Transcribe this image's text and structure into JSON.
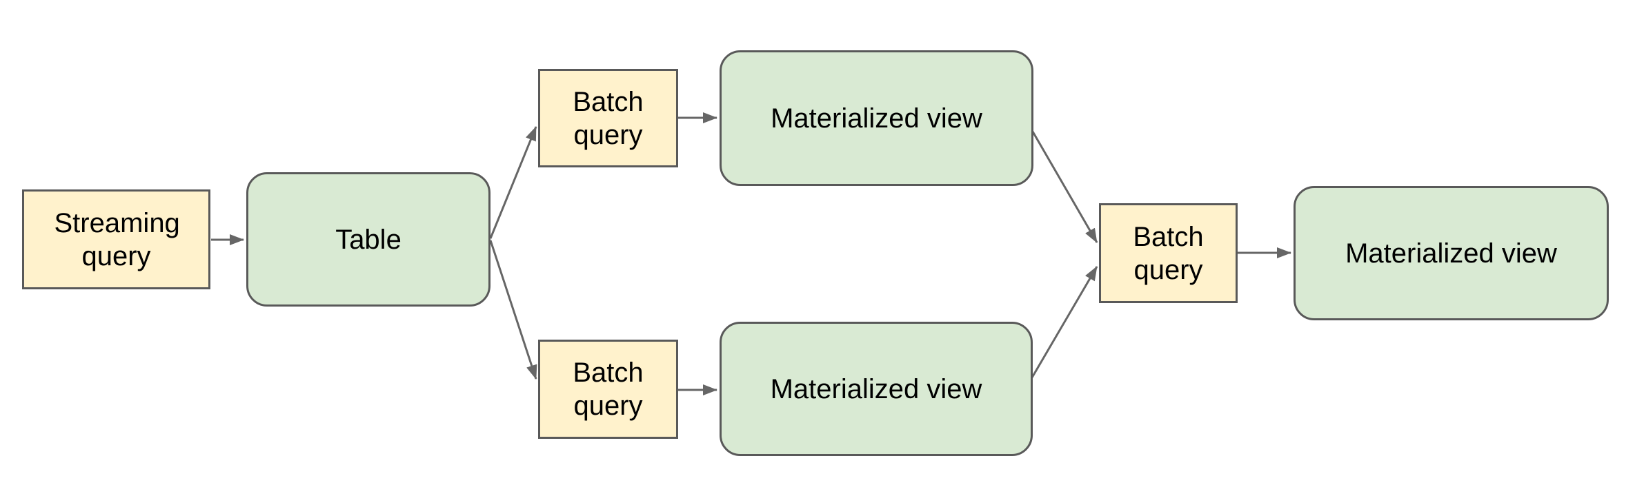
{
  "diagram": {
    "nodes": {
      "streaming_query": {
        "label": "Streaming query",
        "type": "query"
      },
      "table": {
        "label": "Table",
        "type": "dataset"
      },
      "batch_query_top": {
        "label": "Batch query",
        "type": "query"
      },
      "materialized_view_top": {
        "label": "Materialized view",
        "type": "dataset"
      },
      "batch_query_bottom": {
        "label": "Batch query",
        "type": "query"
      },
      "materialized_view_bottom": {
        "label": "Materialized view",
        "type": "dataset"
      },
      "batch_query_merge": {
        "label": "Batch query",
        "type": "query"
      },
      "materialized_view_final": {
        "label": "Materialized view",
        "type": "dataset"
      }
    },
    "edges": [
      {
        "from": "streaming_query",
        "to": "table"
      },
      {
        "from": "table",
        "to": "batch_query_top"
      },
      {
        "from": "batch_query_top",
        "to": "materialized_view_top"
      },
      {
        "from": "table",
        "to": "batch_query_bottom"
      },
      {
        "from": "batch_query_bottom",
        "to": "materialized_view_bottom"
      },
      {
        "from": "materialized_view_top",
        "to": "batch_query_merge"
      },
      {
        "from": "materialized_view_bottom",
        "to": "batch_query_merge"
      },
      {
        "from": "batch_query_merge",
        "to": "materialized_view_final"
      }
    ],
    "colors": {
      "query_fill": "#fff2cc",
      "dataset_fill": "#d9ead3",
      "shape_border": "#595959",
      "arrow": "#666666",
      "text": "#000000",
      "background": "#ffffff"
    }
  }
}
